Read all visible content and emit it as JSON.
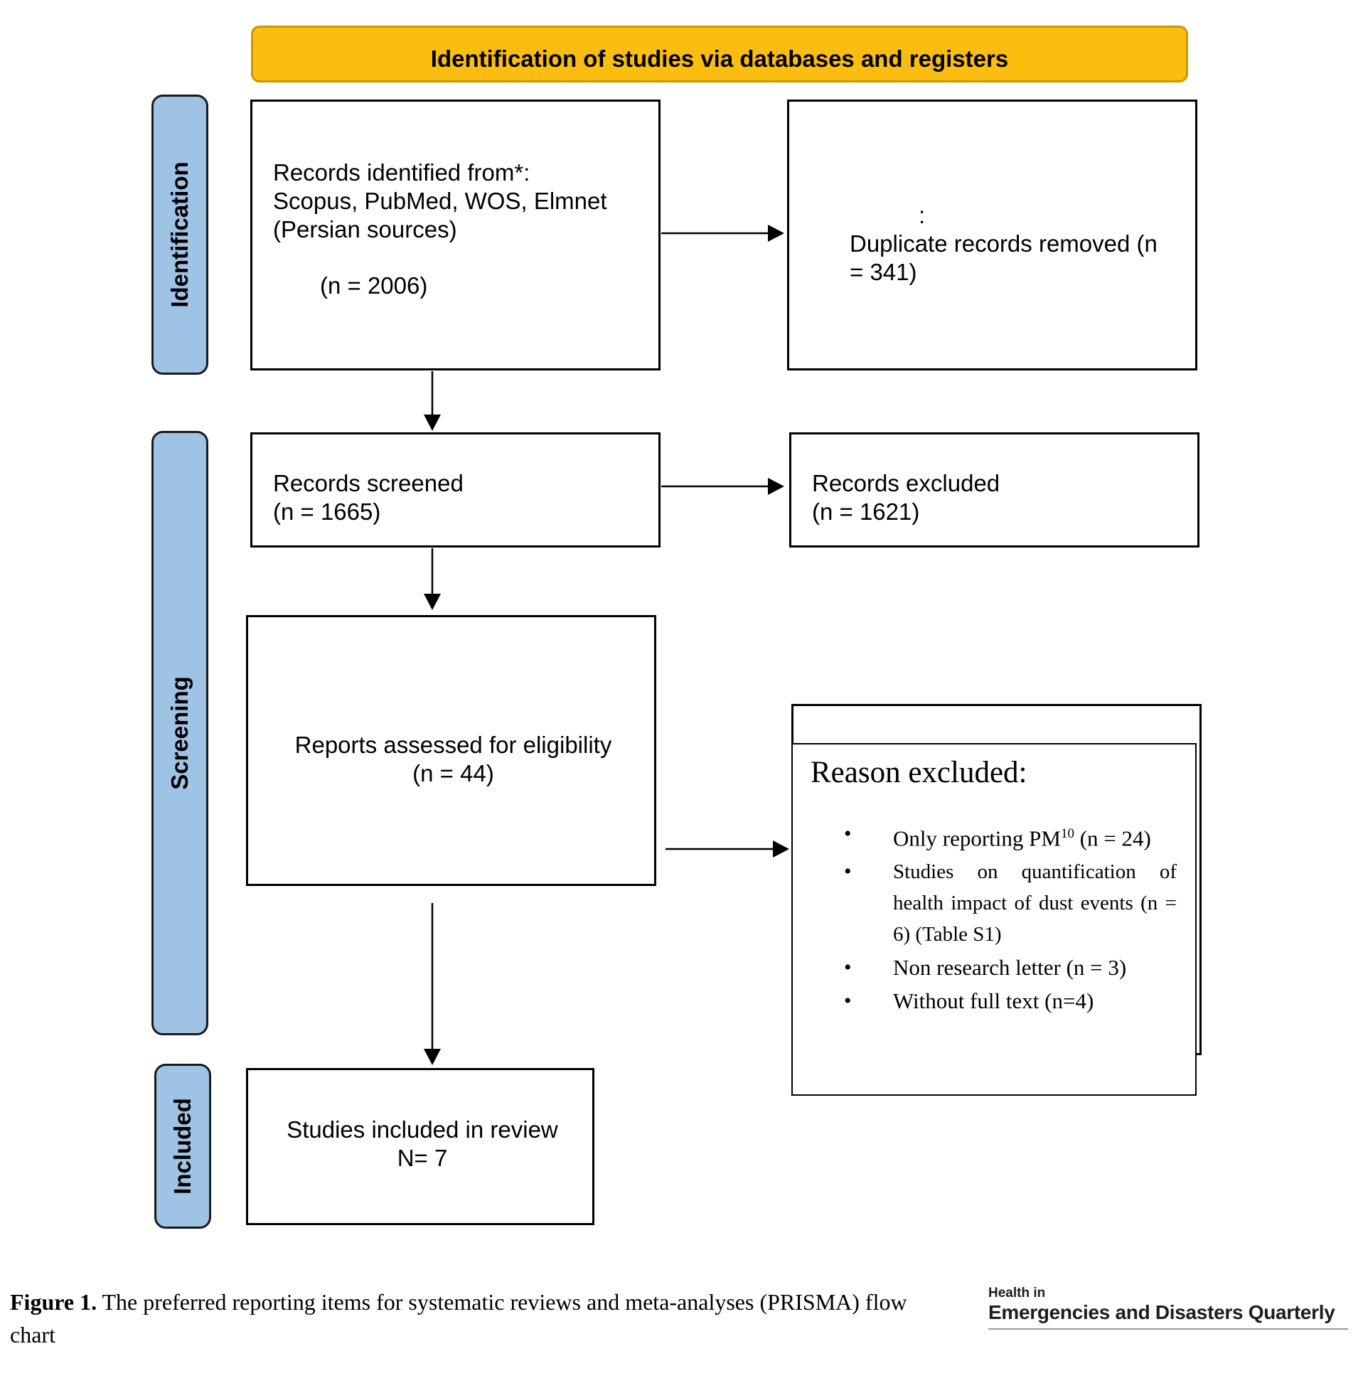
{
  "header": {
    "title": "Identification of studies via databases and registers"
  },
  "stages": {
    "identification": "Identification",
    "screening": "Screening",
    "included": "Included"
  },
  "boxes": {
    "records_identified": {
      "text": "Records identified from*:\nScopus, PubMed, WOS, Elmnet\n(Persian sources)",
      "count": "(n = 2006)"
    },
    "duplicates_removed": {
      "colon": ":",
      "text": "Duplicate records removed  (n\n= 341)"
    },
    "records_screened": {
      "text": "Records screened\n(n = 1665)"
    },
    "records_excluded": {
      "text": "Records excluded\n(n = 1621)"
    },
    "reports_assessed": {
      "text": "Reports assessed for eligibility\n(n = 44)"
    },
    "studies_included": {
      "text": "Studies included in review\nN= 7"
    }
  },
  "reasons": {
    "title": "Reason excluded:",
    "items": [
      {
        "bullet": "•",
        "text_before": "Only reporting PM",
        "sup": "10",
        "text_after": " (n = 24)"
      },
      {
        "bullet": "•",
        "text": "Studies on quantification of health impact of dust events (n = 6) (Table S1)"
      },
      {
        "bullet": "•",
        "text": "Non research letter (n = 3)"
      },
      {
        "bullet": "•",
        "text": "Without full text (n=4)"
      }
    ]
  },
  "caption": {
    "label": "Figure 1.",
    "text": " The preferred reporting items for systematic reviews and meta-analyses (PRISMA) flow chart"
  },
  "logo": {
    "top": "Health in",
    "main": "Emergencies and Disasters Quarterly"
  }
}
